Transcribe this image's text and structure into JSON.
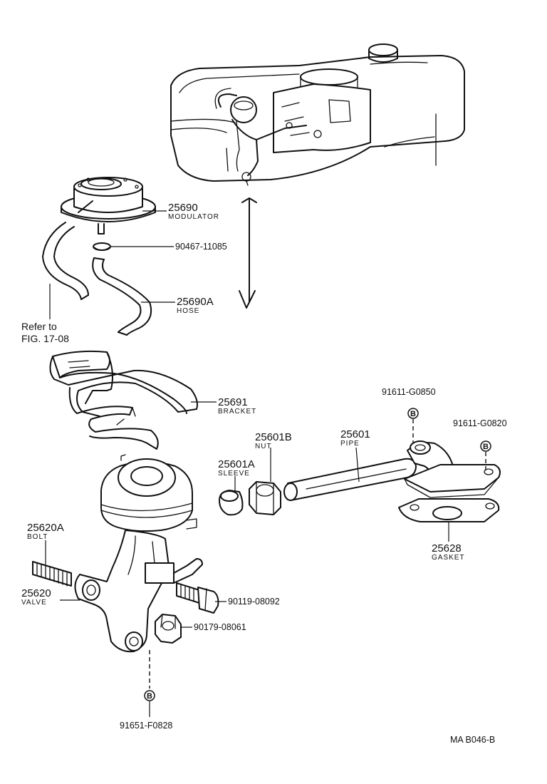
{
  "parts": {
    "modulator": {
      "number": "25690",
      "name": "MODULATOR"
    },
    "modulator_clip": {
      "number": "90467-11085"
    },
    "hose": {
      "number": "25690A",
      "name": "HOSE"
    },
    "bracket": {
      "number": "25691",
      "name": "BRACKET"
    },
    "nut": {
      "number": "25601B",
      "name": "NUT"
    },
    "sleeve": {
      "number": "25601A",
      "name": "SLEEVE"
    },
    "pipe": {
      "number": "25601",
      "name": "PIPE"
    },
    "bolt_top": {
      "number": "91611-G0850"
    },
    "bolt_right": {
      "number": "91611-G0820"
    },
    "gasket": {
      "number": "25628",
      "name": "GASKET"
    },
    "stud_bolt": {
      "number": "25620A",
      "name": "BOLT"
    },
    "valve": {
      "number": "25620",
      "name": "VALVE"
    },
    "valve_bolt": {
      "number": "90119-08092"
    },
    "valve_nut": {
      "number": "90179-08061"
    },
    "bottom_bolt": {
      "number": "91651-F0828"
    }
  },
  "reference": {
    "line1": "Refer to",
    "line2": "FIG. 17-08"
  },
  "marker_letter": "B",
  "figure_code": "MA B046-B"
}
